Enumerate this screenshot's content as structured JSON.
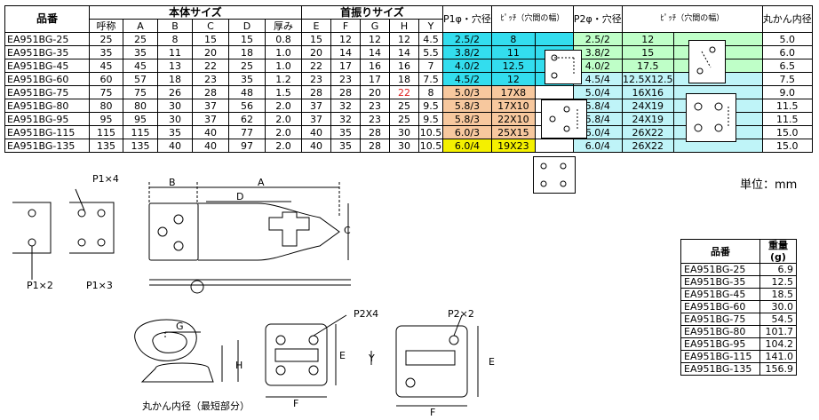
{
  "spec": {
    "h_part": "品番",
    "h_body": "本体サイズ",
    "h_neck": "首振りサイズ",
    "h_p1": "P1φ・穴径",
    "h_pitch1": "ﾋﾟｯﾁ（穴間の幅）",
    "h_p2": "P2φ・穴径",
    "h_pitch2": "ﾋﾟｯﾁ（穴間の幅）",
    "h_ring": "丸かん内径",
    "sub": [
      "呼称",
      "A",
      "B",
      "C",
      "D",
      "厚み",
      "E",
      "F",
      "G",
      "H",
      "Y"
    ],
    "rows": [
      {
        "pn": "EA951BG-25",
        "v": [
          "25",
          "25",
          "8",
          "15",
          "15",
          "0.8",
          "15",
          "12",
          "12",
          "12",
          "4.5"
        ],
        "p1": "2.5/2",
        "pt1": "8",
        "p2": "2.5/2",
        "pt2": "12",
        "r": "5.0"
      },
      {
        "pn": "EA951BG-35",
        "v": [
          "35",
          "35",
          "11",
          "20",
          "18",
          "1.0",
          "20",
          "14",
          "14",
          "14",
          "5.5"
        ],
        "p1": "3.8/2",
        "pt1": "11",
        "p2": "3.8/2",
        "pt2": "15",
        "r": "6.0"
      },
      {
        "pn": "EA951BG-45",
        "v": [
          "45",
          "45",
          "13",
          "22",
          "25",
          "1.0",
          "22",
          "17",
          "16",
          "16",
          "7"
        ],
        "p1": "4.0/2",
        "pt1": "12.5",
        "p2": "4.0/2",
        "pt2": "17.5",
        "r": "6.5"
      },
      {
        "pn": "EA951BG-60",
        "v": [
          "60",
          "57",
          "18",
          "23",
          "35",
          "1.2",
          "23",
          "23",
          "17",
          "18",
          "7.5"
        ],
        "p1": "4.5/2",
        "pt1": "12",
        "p2": "4.5/4",
        "pt2": "12.5X12.5",
        "r": "7.5"
      },
      {
        "pn": "EA951BG-75",
        "v": [
          "75",
          "75",
          "26",
          "28",
          "48",
          "1.5",
          "28",
          "28",
          "20",
          "22",
          "8"
        ],
        "p1": "5.0/3",
        "pt1": "17X8",
        "p2": "5.0/4",
        "pt2": "16X16",
        "r": "9.0"
      },
      {
        "pn": "EA951BG-80",
        "v": [
          "80",
          "80",
          "30",
          "37",
          "56",
          "2.0",
          "37",
          "32",
          "23",
          "25",
          "9.5"
        ],
        "p1": "5.8/3",
        "pt1": "17X10",
        "p2": "5.8/4",
        "pt2": "24X19",
        "r": "11.5"
      },
      {
        "pn": "EA951BG-95",
        "v": [
          "95",
          "95",
          "30",
          "37",
          "62",
          "2.0",
          "37",
          "32",
          "23",
          "25",
          "9.5"
        ],
        "p1": "5.8/3",
        "pt1": "22X10",
        "p2": "5.8/4",
        "pt2": "24X19",
        "r": "11.5"
      },
      {
        "pn": "EA951BG-115",
        "v": [
          "115",
          "115",
          "35",
          "40",
          "77",
          "2.0",
          "40",
          "35",
          "28",
          "30",
          "10.5"
        ],
        "p1": "6.0/3",
        "pt1": "25X15",
        "p2": "6.0/4",
        "pt2": "26X22",
        "r": "15.0"
      },
      {
        "pn": "EA951BG-135",
        "v": [
          "135",
          "135",
          "40",
          "40",
          "97",
          "2.0",
          "40",
          "35",
          "28",
          "30",
          "10.5"
        ],
        "p1": "6.0/4",
        "pt1": "19X23",
        "p2": "6.0/4",
        "pt2": "26X22",
        "r": "15.0"
      }
    ]
  },
  "unit": "単位：mm",
  "weight": {
    "h_part": "品番",
    "h_weight": "重量(g)",
    "rows": [
      {
        "pn": "EA951BG-25",
        "w": "6.9"
      },
      {
        "pn": "EA951BG-35",
        "w": "12.5"
      },
      {
        "pn": "EA951BG-45",
        "w": "18.5"
      },
      {
        "pn": "EA951BG-60",
        "w": "30.0"
      },
      {
        "pn": "EA951BG-75",
        "w": "54.5"
      },
      {
        "pn": "EA951BG-80",
        "w": "101.7"
      },
      {
        "pn": "EA951BG-95",
        "w": "104.2"
      },
      {
        "pn": "EA951BG-115",
        "w": "141.0"
      },
      {
        "pn": "EA951BG-135",
        "w": "156.9"
      }
    ]
  },
  "drawing": {
    "p1x4": "P1×4",
    "p1x2": "P1×2",
    "p1x3": "P1×3",
    "dA": "A",
    "dB": "B",
    "dC": "C",
    "dD": "D",
    "dE": "E",
    "dF": "F",
    "dG": "G",
    "dH": "H",
    "dY": "Y",
    "p2x4": "P2X4",
    "p2x2": "P2×2",
    "ring": "丸かん内径（最短部分）"
  },
  "colors": {
    "cyan": "#33ddee",
    "green": "#bfffc8",
    "lightcyan": "#bff4f8",
    "peach": "#f7c89e",
    "yellow": "#f4f000"
  }
}
